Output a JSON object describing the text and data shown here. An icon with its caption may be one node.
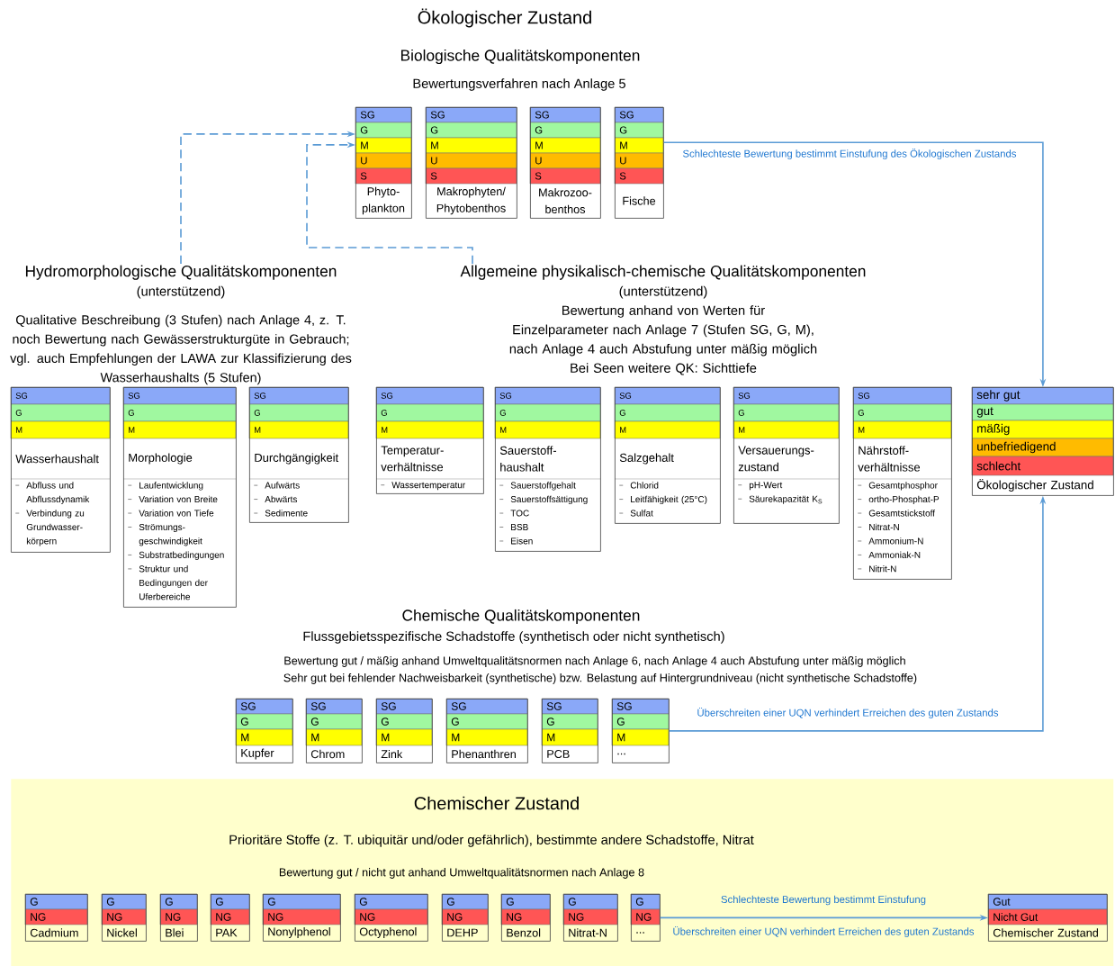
{
  "diagram": {
    "title": "Ökologischer Zustand",
    "nodes": [
      {
        "text": [
          "SG",
          "G",
          "M",
          "U",
          "S",
          "Phyto- plankton"
        ]
      },
      {
        "text": [
          "SG",
          "G",
          "M",
          "U",
          "S",
          "Makrophyten/ Phytobenthos"
        ]
      },
      {
        "text": [
          "SG",
          "G",
          "M",
          "U",
          "S",
          "Makrozoo- benthos"
        ]
      },
      {
        "text": [
          "SG",
          "G",
          "M",
          "U",
          "S",
          "Fische"
        ]
      },
      {
        "text": [
          "Hydromorphologische Qualitätskomponenten",
          "(unterstützend)",
          "Qualitative Beschreibung (3 Stufen) nach Anlage 4, z. T. noch Bewertung nach Gewässerstrukturgüte in Gebrauch; vgl. auch Empfehlungen der LAWA zur Klassifizierung des Wasserhaushalts (5 Stufen)"
        ]
      },
      {
        "text": [
          "Allgemeine physikalisch-chemische Qualitätskomponenten",
          "(unterstützend)",
          "Bewertung anhand von Werten für Einzelparameter nach Anlage 7 (Stufen SG, G, M),",
          "nach Anlage 4 auch Abstufung unter mäßig möglich",
          "Bei Seen weitere QK: Sichttiefe"
        ]
      },
      {
        "text": [
          "SG",
          "G",
          "M",
          "Wasserhaushalt",
          "Abfluss und Abflussdynamik",
          "Verbindung zu Grundwasser- körpern"
        ]
      },
      {
        "text": [
          "SG",
          "G",
          "M",
          "Morphologie",
          "Laufentwicklung",
          "Variation von Breite",
          "Variation von Tiefe",
          "Strömungs- geschwindigkeit",
          "Substratbedingungen",
          "Struktur und Bedingungen der Uferbereiche"
        ]
      },
      {
        "text": [
          "SG",
          "G",
          "M",
          "Durchgängigkeit",
          "Aufwärts",
          "Abwärts",
          "Sedimente"
        ]
      },
      {
        "text": [
          "SG",
          "G",
          "M",
          "Temperatur- verhältnisse",
          "Wassertemperatur"
        ]
      },
      {
        "text": [
          "SG",
          "G",
          "M",
          "Sauerstoff- haushalt",
          "Sauerstoffgehalt",
          "Sauerstoffsättigung",
          "TOC",
          "BSB",
          "Eisen"
        ]
      },
      {
        "text": [
          "SG",
          "G",
          "M",
          "Salzgehalt",
          "Chlorid",
          "Leitfähigkeit (25°C)",
          "Sulfat"
        ]
      },
      {
        "text": [
          "SG",
          "G",
          "M",
          "Versauerungs- zustand",
          "pH-Wert",
          "Säurekapazität K$_{S}$"
        ]
      },
      {
        "text": [
          "SG",
          "G",
          "M",
          "Nährstoff- verhältnisse",
          "Gesamtphosphor",
          "ortho-Phosphat-P",
          "Gesamtstickstoff",
          "Nitrat-N",
          "Ammonium-N",
          "Ammoniak-N",
          "Nitrit-N"
        ]
      },
      {
        "text": [
          "sehr gut",
          "gut",
          "mäßig",
          "unbefriedigend",
          "schlecht",
          "Ökologischer Zustand"
        ]
      },
      {
        "text": [
          "SG",
          "G",
          "M",
          "Kupfer"
        ]
      },
      {
        "text": [
          "SG",
          "G",
          "M",
          "Chrom"
        ]
      },
      {
        "text": [
          "SG",
          "G",
          "M",
          "Zink"
        ]
      },
      {
        "text": [
          "SG",
          "G",
          "M",
          "Phenanthren"
        ]
      },
      {
        "text": [
          "SG",
          "G",
          "M",
          "PCB"
        ]
      },
      {
        "text": [
          "SG",
          "G",
          "M",
          "..."
        ]
      },
      {
        "text": [
          "Chemischer Zustand",
          "Prioritäre Stoffe (z. T. ubiquitär und/oder gefährlich), bestimmte andere Schadstoffe, Nitrat",
          "Bewertung gut / nicht gut anhand Umweltqualitätsnormen nach Anlage 8"
        ]
      },
      {
        "text": [
          "G",
          "NG",
          "Cadmium"
        ],
        "in": 21
      },
      {
        "text": [
          "G",
          "NG",
          "Nickel"
        ],
        "in": 21
      },
      {
        "text": [
          "G",
          "NG",
          "Blei"
        ],
        "in": 21
      },
      {
        "text": [
          "G",
          "NG",
          "PAK"
        ],
        "in": 21
      },
      {
        "text": [
          "G",
          "NG",
          "Nonylphenol"
        ],
        "in": 21
      },
      {
        "text": [
          "G",
          "NG",
          "Octyphenol"
        ],
        "in": 21
      },
      {
        "text": [
          "G",
          "NG",
          "DEHP"
        ],
        "in": 21
      },
      {
        "text": [
          "G",
          "NG",
          "Benzol"
        ],
        "in": 21
      },
      {
        "text": [
          "G",
          "NG",
          "Nitrat-N"
        ],
        "in": 21
      },
      {
        "text": [
          "G",
          "NG",
          "..."
        ],
        "in": 21
      },
      {
        "text": [
          "Gut",
          "Nicht Gut",
          "Chemischer Zustand"
        ],
        "in": 21
      }
    ],
    "edges": [
      {
        "from": 4,
        "to": 0,
        "arrow": "to",
        "style": "dashed"
      },
      {
        "from": 5,
        "to": 0,
        "arrow": "to",
        "style": "dashed"
      },
      {
        "from": 3,
        "to": 14,
        "arrow": "to",
        "label": "Schlechteste Bewertung bestimmt Einstufung des Ökologischen Zustands"
      },
      {
        "from": 20,
        "to": 14,
        "arrow": "to",
        "label": "Überschreiten einer UQN verhindert Erreichen des guten Zustands"
      },
      {
        "from": 31,
        "to": 32,
        "arrow": "to",
        "label": "Schlechteste Bewertung bestimmt Einstufung"
      }
    ],
    "labels": [
      "Biologische Qualitätskomponenten",
      "Bewertungsverfahren nach Anlage 5",
      "Chemische Qualitätskomponenten",
      "Flussgebietsspezifische Schadstoffe (synthetisch oder nicht synthetisch)",
      "Bewertung gut / mäßig anhand Umweltqualitätsnormen nach Anlage 6, nach Anlage 4 auch Abstufung unter mäßig möglich",
      "Sehr gut bei fehlender Nachweisbarkeit (synthetische) bzw. Belastung auf Hintergrundniveau (nicht synthetische Schadstoffe)",
      "Überschreiten einer UQN verhindert Erreichen des guten Zustands"
    ]
  }
}
